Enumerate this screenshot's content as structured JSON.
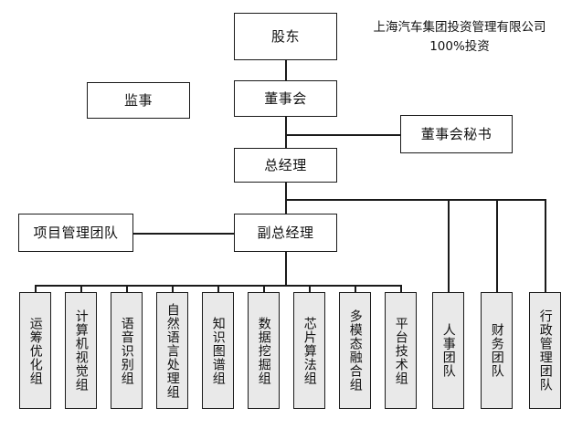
{
  "chart": {
    "title_annotation": "上海汽车集团投资管理有限公司\n100%投资",
    "nodes": {
      "shareholder": "股东",
      "supervisor": "监事",
      "board": "董事会",
      "board_secretary": "董事会秘书",
      "general_manager": "总经理",
      "project_management_team": "项目管理团队",
      "deputy_general_manager": "副总经理"
    },
    "tech_groups": [
      {
        "label": "运筹优化组"
      },
      {
        "label": "计算机视觉组"
      },
      {
        "label": "语音识别组"
      },
      {
        "label": "自然语言处理组"
      },
      {
        "label": "知识图谱组"
      },
      {
        "label": "数据挖掘组"
      },
      {
        "label": "芯片算法组"
      },
      {
        "label": "多模态融合组"
      },
      {
        "label": "平台技术组"
      }
    ],
    "support_teams": [
      {
        "label": "人事团队"
      },
      {
        "label": "财务团队"
      },
      {
        "label": "行政管理团队"
      }
    ],
    "colors": {
      "line": "#1a1a1a",
      "box_fill": "#ffffff",
      "shaded_fill": "#e9e9e9",
      "text": "#111111",
      "background": "#ffffff"
    }
  }
}
